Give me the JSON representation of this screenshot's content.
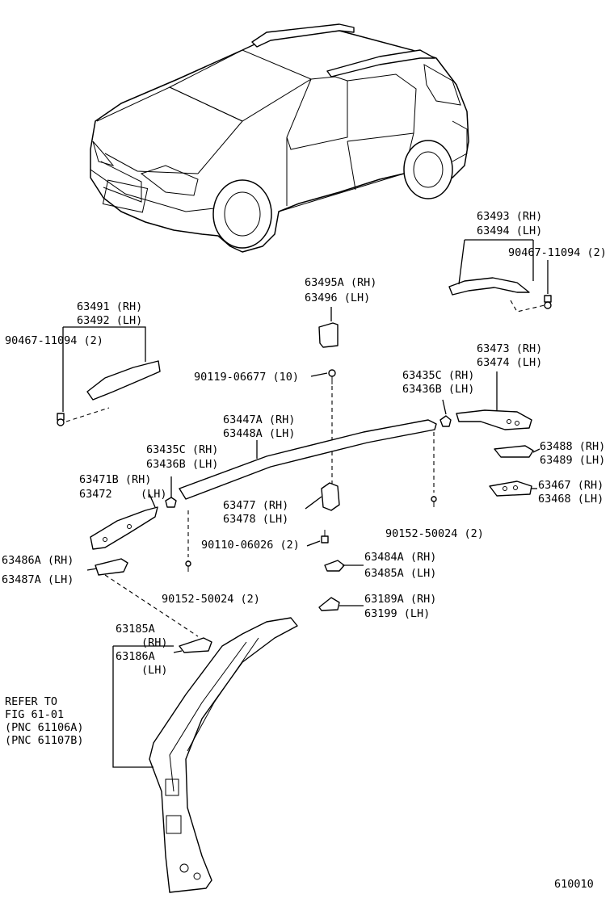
{
  "labels": {
    "p63493": "63493 (RH)",
    "p63494": "63494 (LH)",
    "b90467_r": "90467-11094 (2)",
    "p63495a": "63495A (RH)",
    "p63496": "63496  (LH)",
    "p63491": "63491 (RH)",
    "p63492": "63492 (LH)",
    "b90467_l": "90467-11094 (2)",
    "b90119": "90119-06677 (10)",
    "p63435c_r": "63435C (RH)",
    "p63436b_r": "63436B (LH)",
    "p63473": "63473 (RH)",
    "p63474": "63474 (LH)",
    "p63447a": "63447A (RH)",
    "p63448a": "63448A (LH)",
    "p63435c_l": "63435C (RH)",
    "p63436b_l": "63436B (LH)",
    "p63488": "63488 (RH)",
    "p63489": "63489 (LH)",
    "p63471b": "63471B (RH)",
    "p63472": "63472",
    "p63472_lh": "(LH)",
    "p63467": "63467 (RH)",
    "p63468": "63468 (LH)",
    "p63477": "63477 (RH)",
    "p63478": "63478 (LH)",
    "b90152_r": "90152-50024 (2)",
    "b90110": "90110-06026 (2)",
    "p63486a": "63486A (RH)",
    "p63487a": "63487A (LH)",
    "p63484a": "63484A (RH)",
    "p63485a": "63485A (LH)",
    "b90152_l": "90152-50024 (2)",
    "p63189a": "63189A (RH)",
    "p63199": "63199  (LH)",
    "p63185a": "63185A",
    "p63185a_rh": "(RH)",
    "p63186a": "63186A",
    "p63186a_lh": "(LH)",
    "refer1": "REFER TO",
    "refer2": "FIG 61-01",
    "refer3": "(PNC 61106A)",
    "refer4": "(PNC 61107B)",
    "fig_no": "610010"
  }
}
